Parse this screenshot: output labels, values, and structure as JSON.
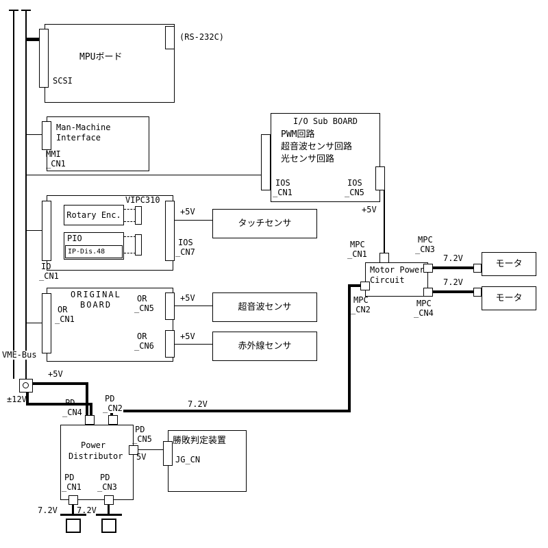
{
  "bus": {
    "label": "VME-Bus"
  },
  "voltages": {
    "v5": "+5V",
    "v5_plain": "5V",
    "v72": "7.2V",
    "v12": "±12V"
  },
  "mpu": {
    "title": "MPUボード",
    "scsi": "SCSI",
    "rs232c": "(RS-232C)"
  },
  "mmi": {
    "name1": "Man-Machine",
    "name2": "Interface",
    "cn1a": "MMI",
    "cn1b": "_CN1"
  },
  "iosub": {
    "title": "I/O Sub BOARD",
    "fn1": "PWM回路",
    "fn2": "超音波センサ回路",
    "fn3": "光センサ回路",
    "cn1a": "IOS",
    "cn1b": "_CN1",
    "cn5a": "IOS",
    "cn5b": "_CN5"
  },
  "vipc": {
    "title": "VIPC310",
    "rotary": "Rotary Enc.",
    "pio": "PIO",
    "ip_module": "IP-Dis.48",
    "ioa": "IO",
    "iob": "_CN1",
    "cn7a": "IOS",
    "cn7b": "_CN7"
  },
  "original": {
    "name1": "ORIGINAL",
    "name2": "BOARD",
    "cn1a": "OR",
    "cn1b": "_CN1",
    "cn5a": "OR",
    "cn5b": "_CN5",
    "cn6a": "OR",
    "cn6b": "_CN6"
  },
  "sensors": {
    "touch": "タッチセンサ",
    "ultrasonic": "超音波センサ",
    "infrared": "赤外線センサ"
  },
  "mpc": {
    "name1": "Motor Power",
    "name2": "Circuit",
    "cn1a": "MPC",
    "cn1b": "_CN1",
    "cn2a": "MPC",
    "cn2b": "_CN2",
    "cn3a": "MPC",
    "cn3b": "_CN3",
    "cn4a": "MPC",
    "cn4b": "_CN4"
  },
  "motors": {
    "motor1": "モータ",
    "motor2": "モータ"
  },
  "pd": {
    "name1": "Power",
    "name2": "Distributor",
    "cn1a": "PD",
    "cn1b": "_CN1",
    "cn2a": "PD",
    "cn2b": "_CN2",
    "cn3a": "PD",
    "cn3b": "_CN3",
    "cn4a": "PD",
    "cn4b": "_CN4",
    "cn5a": "PD",
    "cn5b": "_CN5"
  },
  "judge": {
    "title": "勝敗判定装置",
    "cn": "JG_CN"
  }
}
